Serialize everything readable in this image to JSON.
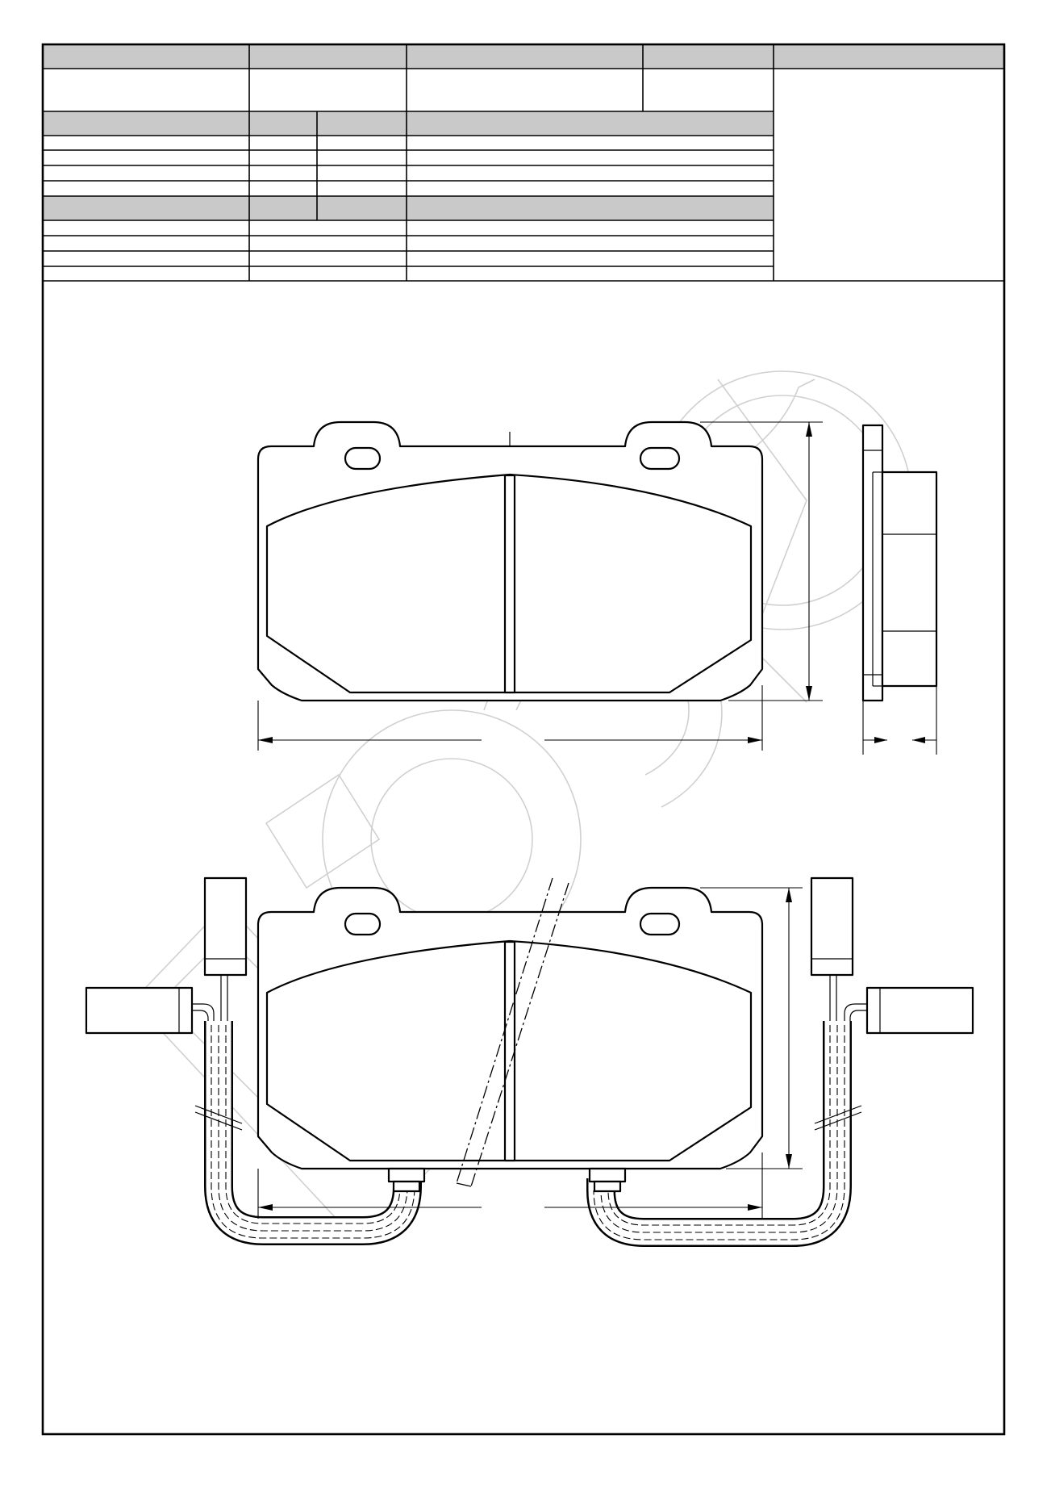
{
  "header_table": {
    "header_cells": [
      "",
      "",
      "",
      "",
      ""
    ],
    "row1_cells": [
      "",
      "",
      "",
      ""
    ],
    "section1_header": [
      "",
      "",
      "",
      ""
    ],
    "section1_rows": [
      [
        "",
        "",
        "",
        ""
      ],
      [
        "",
        "",
        "",
        ""
      ],
      [
        "",
        "",
        "",
        ""
      ],
      [
        "",
        "",
        "",
        ""
      ]
    ],
    "section2_header": [
      "",
      "",
      "",
      ""
    ],
    "section2_rows": [
      [
        "",
        "",
        ""
      ],
      [
        "",
        "",
        ""
      ],
      [
        "",
        "",
        ""
      ],
      [
        "",
        "",
        ""
      ]
    ]
  },
  "drawing": {
    "views": [
      "front-view",
      "side-view",
      "front-view-with-wear-sensors"
    ],
    "dimension_labels": []
  },
  "colors": {
    "header_fill": "#c9c9c9",
    "line": "#000000",
    "watermark": "#d0d0d0"
  }
}
